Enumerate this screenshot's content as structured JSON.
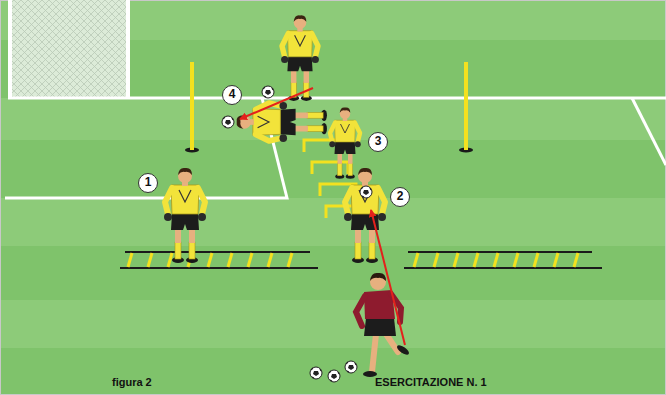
{
  "diagram": {
    "labels": [
      "1",
      "2",
      "3",
      "4",
      "figura 2",
      "ESERCITAZIONE N. 1"
    ]
  }
}
